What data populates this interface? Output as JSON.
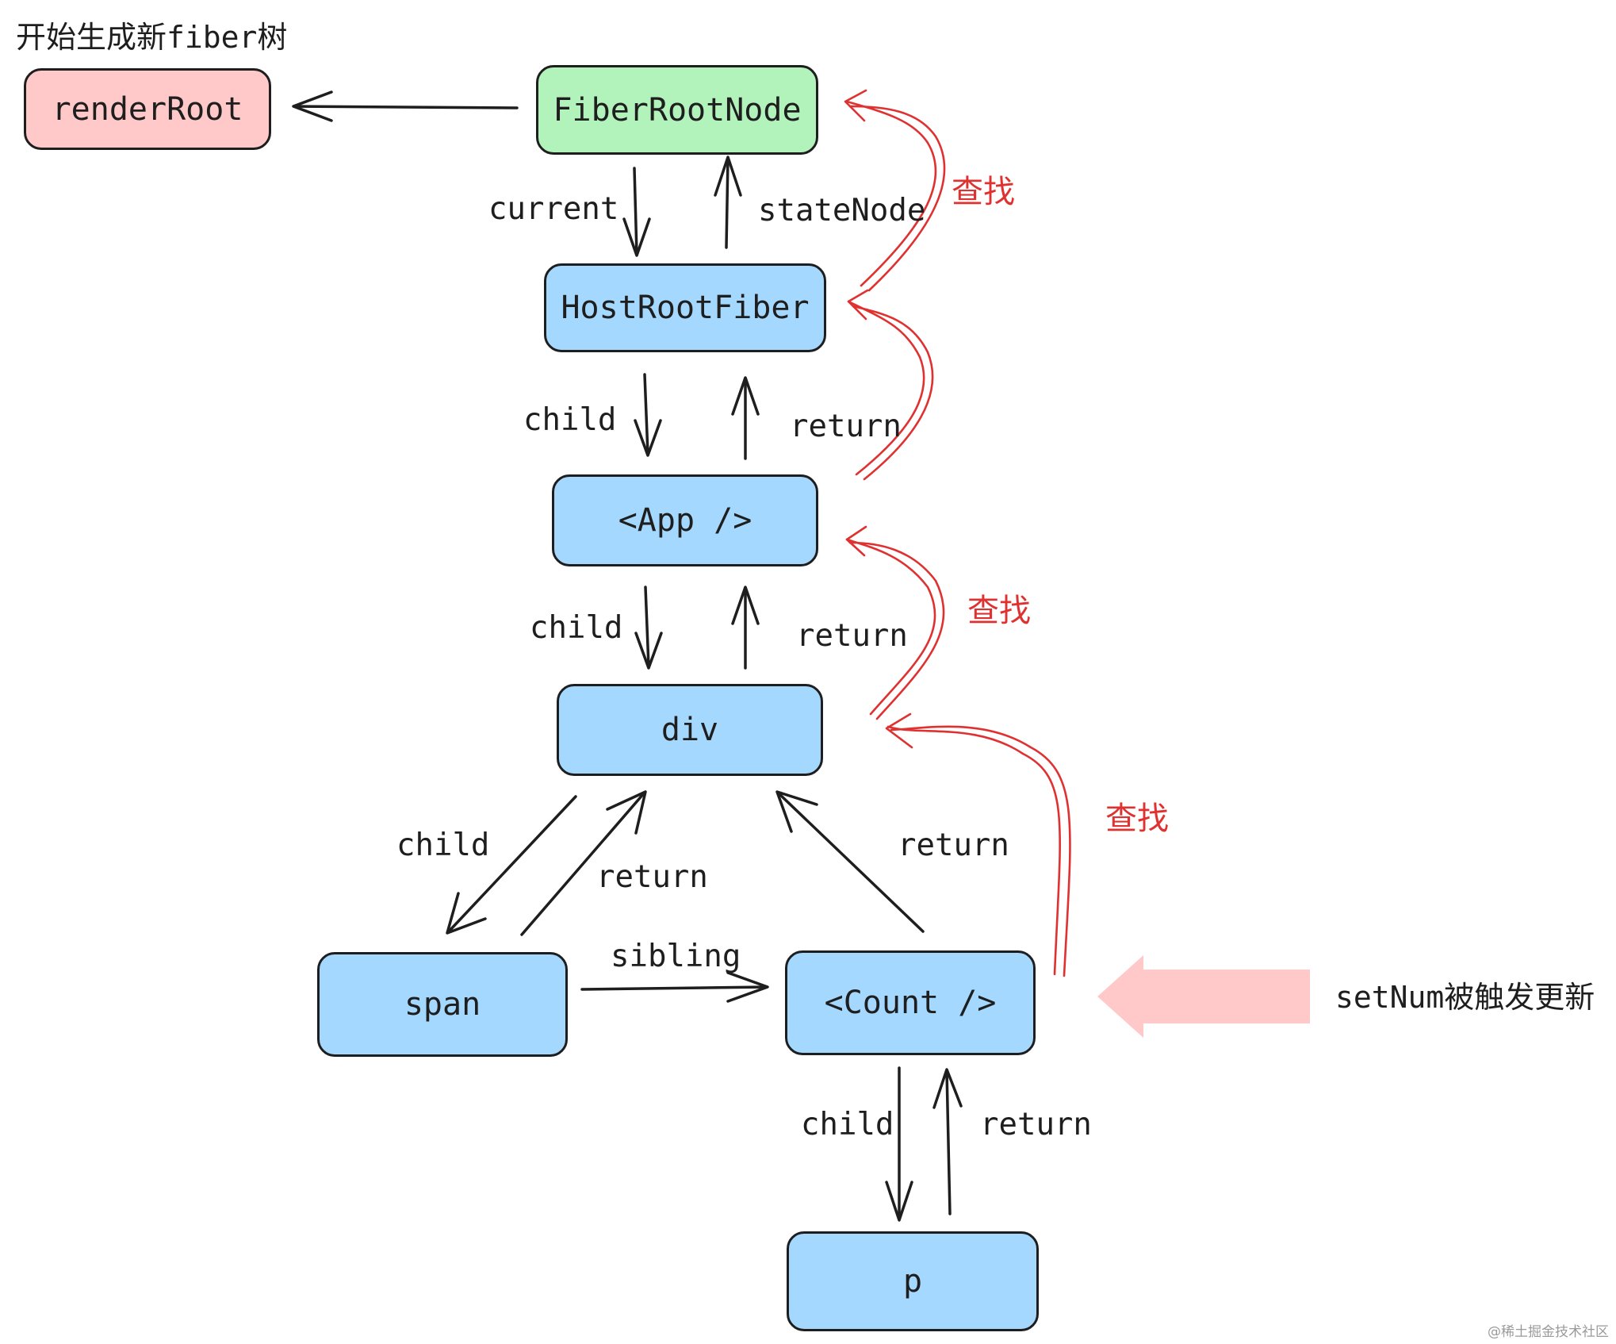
{
  "header_note": "开始生成新fiber树",
  "trigger_note": "setNum被触发更新",
  "watermark": "@稀土掘金技术社区",
  "colors": {
    "stroke": "#1e1e1e",
    "pink": "#ffc9c9",
    "green": "#b2f2bb",
    "blue": "#a5d8ff",
    "red": "#e03131"
  },
  "nodes": {
    "renderRoot": "renderRoot",
    "fiberRootNode": "FiberRootNode",
    "hostRootFiber": "HostRootFiber",
    "app": "<App />",
    "div": "div",
    "span": "span",
    "count": "<Count />",
    "p": "p"
  },
  "edge_labels": {
    "current": "current",
    "stateNode": "stateNode",
    "child_host_app": "child",
    "return_app_host": "return",
    "child_app_div": "child",
    "return_div_app": "return",
    "child_div_span": "child",
    "return_span_div": "return",
    "return_count_div": "return",
    "sibling": "sibling",
    "child_count_p": "child",
    "return_p_count": "return"
  },
  "find_labels": [
    "查找",
    "查找",
    "查找"
  ]
}
